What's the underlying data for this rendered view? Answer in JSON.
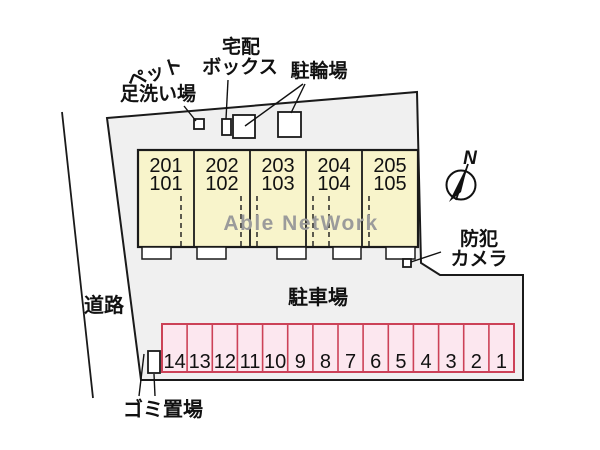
{
  "colors": {
    "property_fill": "#f0f0f0",
    "building_fill": "#f8f4cb",
    "parking_fill": "#fce7ef",
    "parking_border": "#cc4257",
    "watermark": "#9b9b9b",
    "line": "#1a1a1a"
  },
  "labels": {
    "pet_line1": "ペット",
    "pet_line2": "足洗い場",
    "delivery_line1": "宅配",
    "delivery_line2": "ボックス",
    "bicycle": "駐輪場",
    "road": "道路",
    "security_line1": "防犯",
    "security_line2": "カメラ",
    "parking_lot": "駐車場",
    "garbage": "ゴミ置場",
    "north": "N"
  },
  "watermark": {
    "text": "Able NetWork"
  },
  "building": {
    "units": [
      {
        "upper": "201",
        "lower": "101"
      },
      {
        "upper": "202",
        "lower": "102"
      },
      {
        "upper": "203",
        "lower": "103"
      },
      {
        "upper": "204",
        "lower": "104"
      },
      {
        "upper": "205",
        "lower": "105"
      }
    ]
  },
  "parking": {
    "spaces": [
      "14",
      "13",
      "12",
      "11",
      "10",
      "9",
      "8",
      "7",
      "6",
      "5",
      "4",
      "3",
      "2",
      "1"
    ]
  }
}
